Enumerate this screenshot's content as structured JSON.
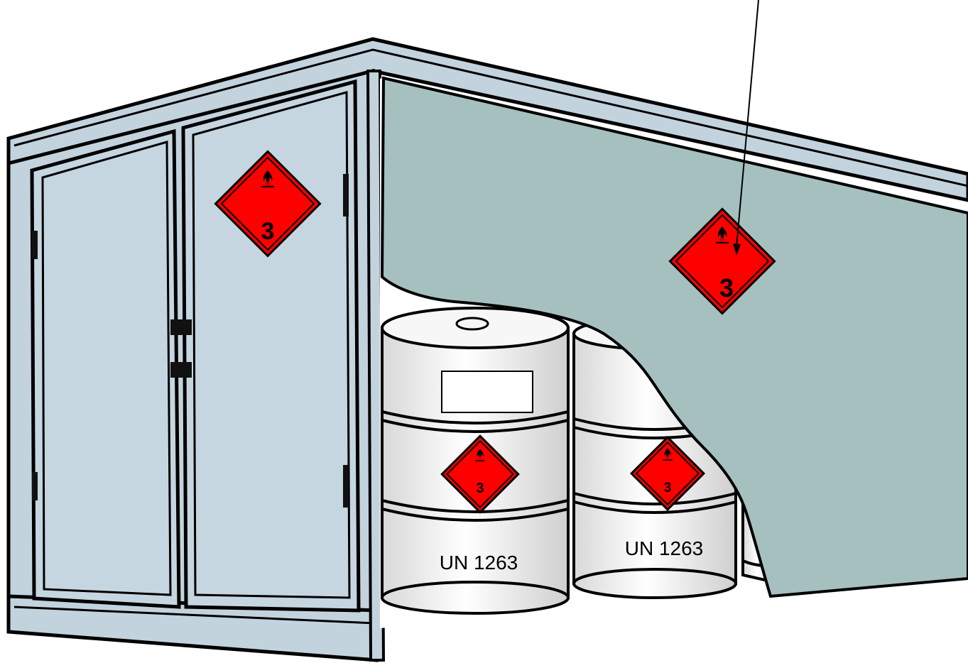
{
  "placards": {
    "door": {
      "class_number": "3"
    },
    "container_wall": {
      "class_number": "3"
    },
    "drum_front": {
      "class_number": "3"
    },
    "drum_back": {
      "class_number": "3"
    }
  },
  "drums": {
    "front_label": "UN 1263",
    "back_label": "UN 1263"
  },
  "colors": {
    "container_body": "#c3d3dd",
    "wall_cutaway": "#a5c0bf",
    "placard_red": "#ff0000",
    "drum_white": "#f4f4f4",
    "outline": "#000000"
  },
  "icons": [
    "flame-icon"
  ]
}
